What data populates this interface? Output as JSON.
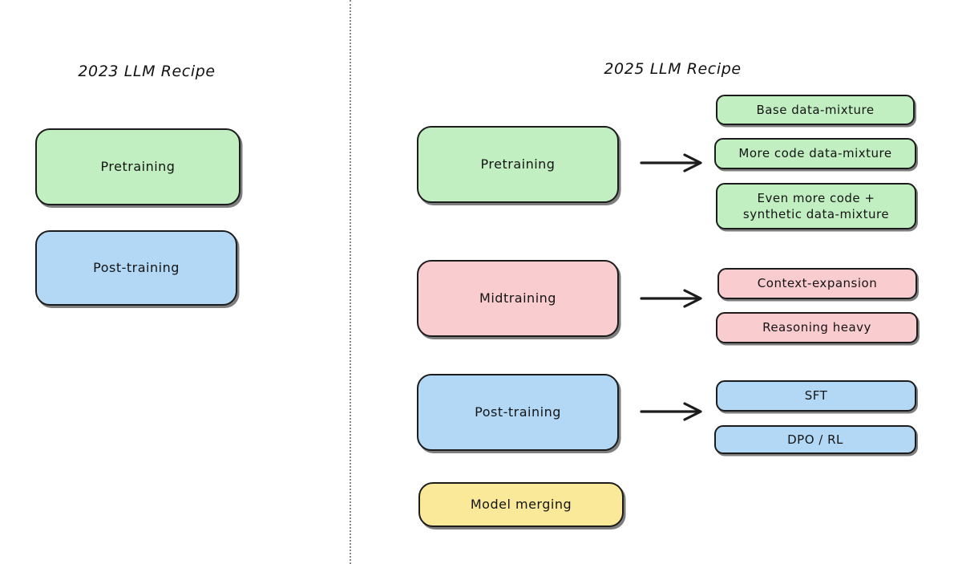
{
  "diagram": {
    "divider": {
      "style": "dotted-vertical",
      "color": "#8a8a8a"
    },
    "palette": {
      "green": "#c2efc2",
      "blue": "#b2d8f6",
      "pink": "#f9ccd0",
      "yellow": "#fbe99a",
      "stroke": "#1c1c1c",
      "background": "#ffffff"
    }
  },
  "left_column": {
    "title": "2023 LLM Recipe",
    "stages": [
      {
        "label": "Pretraining",
        "color": "green"
      },
      {
        "label": "Post-training",
        "color": "blue"
      }
    ]
  },
  "right_column": {
    "title": "2025 LLM Recipe",
    "stages": [
      {
        "label": "Pretraining",
        "color": "green",
        "has_arrow": true,
        "details": [
          {
            "label": "Base data-mixture"
          },
          {
            "label": "More code data-mixture"
          },
          {
            "label": "Even more code +\nsynthetic data-mixture"
          }
        ]
      },
      {
        "label": "Midtraining",
        "color": "pink",
        "has_arrow": true,
        "details": [
          {
            "label": "Context-expansion"
          },
          {
            "label": "Reasoning heavy"
          }
        ]
      },
      {
        "label": "Post-training",
        "color": "blue",
        "has_arrow": true,
        "details": [
          {
            "label": "SFT"
          },
          {
            "label": "DPO / RL"
          }
        ]
      },
      {
        "label": "Model merging",
        "color": "yellow",
        "has_arrow": false,
        "details": []
      }
    ]
  }
}
